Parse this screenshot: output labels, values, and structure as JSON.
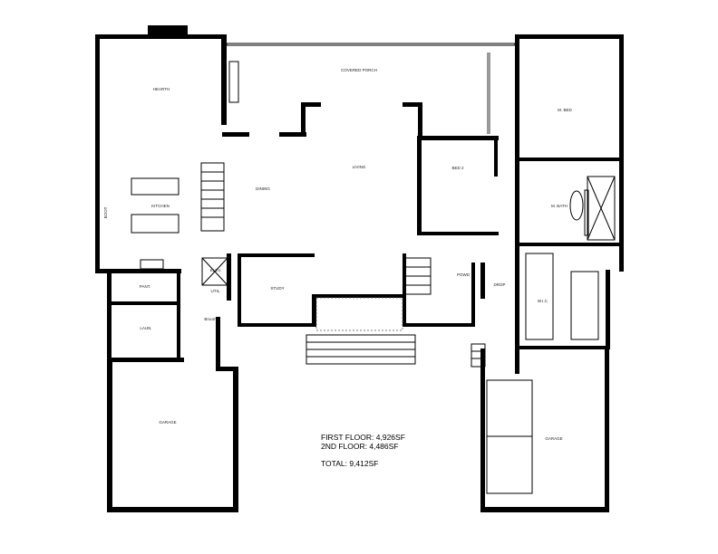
{
  "rooms": {
    "hearth": "HEARTH",
    "covered_porch": "COVERED PORCH",
    "living": "LIVING",
    "dining": "DINING",
    "kitchen": "KITCHEN",
    "boot": "BOOT",
    "pantry": "PANT.",
    "laundry": "LAUN.",
    "utility": "UTIL.",
    "elevator": "ELEV.",
    "broom": "Broom",
    "study": "STUDY",
    "bed2": "BED 2",
    "powder": "POWD",
    "drop": "DROP",
    "master_bed": "M. BED",
    "master_bath": "M. BATH",
    "wic": "W.I.C.",
    "garage_left": "GARAGE",
    "garage_right": "GARAGE"
  },
  "areas": {
    "first_floor": "FIRST FLOOR: 4,926SF",
    "second_floor": "2ND FLOOR: 4,486SF",
    "total": "TOTAL: 9,412SF"
  }
}
